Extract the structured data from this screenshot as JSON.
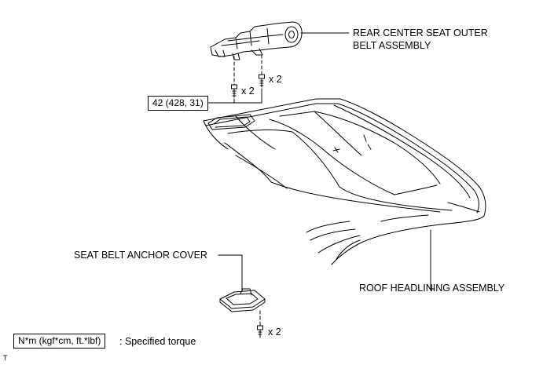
{
  "labels": {
    "rear_belt_line1": "REAR CENTER SEAT OUTER",
    "rear_belt_line2": "BELT ASSEMBLY",
    "qty_bolt_left": "x 2",
    "qty_bolt_right": "x 2",
    "torque_value": "42 (428, 31)",
    "anchor_cover": "SEAT BELT ANCHOR COVER",
    "headlining": "ROOF HEADLINING ASSEMBLY",
    "qty_bottom": "x 2",
    "legend_units": "N*m (kgf*cm, ft.*lbf)",
    "legend_text": ": Specified torque",
    "corner_mark": "T"
  },
  "icons": {
    "belt_assembly": "seat-belt-retractor-icon",
    "bolt": "bolt-icon",
    "anchor_cover": "anchor-cover-icon",
    "headlining": "roof-headlining-icon"
  }
}
